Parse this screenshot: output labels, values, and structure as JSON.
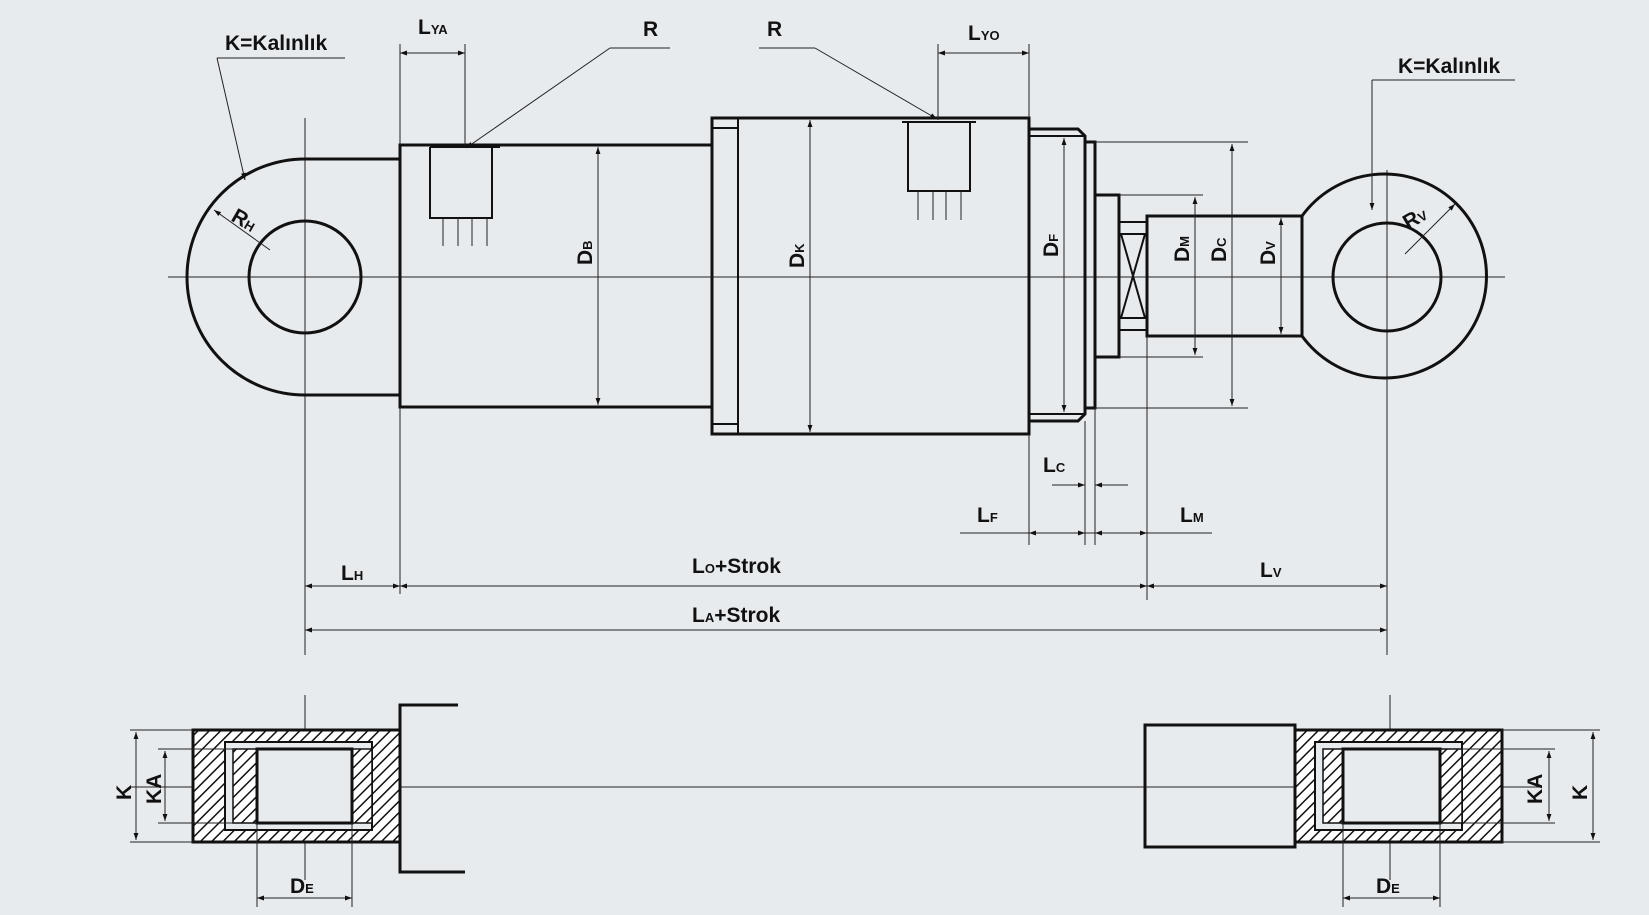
{
  "labels": {
    "thickness_left": "K=Kalınlık",
    "thickness_right": "K=Kalınlık",
    "r_left": "R",
    "r_right": "R",
    "rh": {
      "main": "R",
      "sub": "H"
    },
    "rv": {
      "main": "R",
      "sub": "V"
    },
    "lya": {
      "main": "L",
      "sub": "YA"
    },
    "lyo": {
      "main": "L",
      "sub": "YO"
    },
    "db": {
      "main": "D",
      "sub": "B"
    },
    "dk": {
      "main": "D",
      "sub": "K"
    },
    "df": {
      "main": "D",
      "sub": "F"
    },
    "dm": {
      "main": "D",
      "sub": "M"
    },
    "dc": {
      "main": "D",
      "sub": "C"
    },
    "dv": {
      "main": "D",
      "sub": "V"
    },
    "lc": {
      "main": "L",
      "sub": "C"
    },
    "lf": {
      "main": "L",
      "sub": "F"
    },
    "lm": {
      "main": "L",
      "sub": "M"
    },
    "lh": {
      "main": "L",
      "sub": "H"
    },
    "lo": {
      "main": "L",
      "sub": "O",
      "tail": "+Strok"
    },
    "lv": {
      "main": "L",
      "sub": "V"
    },
    "la": {
      "main": "L",
      "sub": "A",
      "tail": "+Strok"
    },
    "k_left": "K",
    "ka_left": "KA",
    "k_right": "K",
    "ka_right": "KA",
    "de_left": {
      "main": "D",
      "sub": "E"
    },
    "de_right": {
      "main": "D",
      "sub": "E"
    }
  }
}
